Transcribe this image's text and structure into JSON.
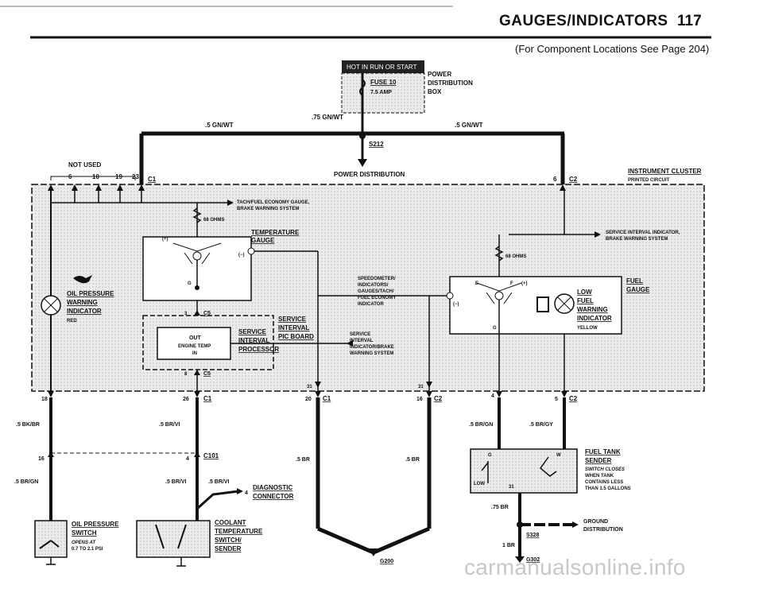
{
  "header": {
    "title": "GAUGES/INDICATORS",
    "page": "117",
    "subtitle": "(For Component Locations See Page 204)"
  },
  "top": {
    "hot_banner": "HOT IN RUN OR START",
    "fuse": "FUSE 10",
    "fuse_amp": "7.5 AMP",
    "power_box": [
      "POWER",
      "DISTRIBUTION",
      "BOX"
    ],
    "wire_75": ".75 GN/WT",
    "wire_left": ".5 GN/WT",
    "wire_right": ".5 GN/WT",
    "splice": "S212",
    "power_dist": "POWER DISTRIBUTION",
    "not_used": "NOT USED",
    "pins_top": [
      "6",
      "10",
      "19",
      "23"
    ],
    "c1": "C1",
    "pin6": "6",
    "c2": "C2"
  },
  "cluster": {
    "title": "INSTRUMENT CLUSTER",
    "subtitle": "PRINTED CIRCUIT",
    "tach_note": [
      "TACH/FUEL ECONOMY GAUGE,",
      "BRAKE WARNING SYSTEM"
    ],
    "ohms_left": "68 OHMS",
    "temp_gauge": [
      "TEMPERATURE",
      "GAUGE"
    ],
    "plus": "(+)",
    "minus": "(−)",
    "g": "G",
    "c5_top": "3",
    "c5": "C5",
    "out": "OUT",
    "engine_temp": "ENGINE TEMP",
    "in": "IN",
    "sip": [
      "SERVICE",
      "INTERVAL",
      "PROCESSOR"
    ],
    "sib": [
      "SERVICE",
      "INTERVAL",
      "PIC BOARD"
    ],
    "c5_bottom": "8",
    "oil_warn": [
      "OIL PRESSURE",
      "WARNING",
      "INDICATOR"
    ],
    "red": "RED",
    "speedo": [
      "SPEEDOMETER/",
      "INDICATORS/",
      "GAUGES/TACH/",
      "FUEL ECONOMY",
      "INDICATOR"
    ],
    "service_note": [
      "SERVICE",
      "INTERVAL",
      "INDICATOR/BRAKE",
      "WARNING SYSTEM"
    ],
    "service_right": [
      "SERVICE INTERVAL INDICATOR,",
      "BRAKE WARNING SYSTEM"
    ],
    "ohms_right": "68 OHMS",
    "fuel_gauge": [
      "FUEL",
      "GAUGE"
    ],
    "low_fuel": [
      "LOW",
      "FUEL",
      "WARNING",
      "INDICATOR"
    ],
    "yellow": "YELLOW",
    "e": "E",
    "f": "F",
    "pins_bottom": {
      "p18": "18",
      "p26": "26",
      "c1a": "C1",
      "p31a": "31",
      "p20": "20",
      "c1b": "C1",
      "p31b": "31",
      "p16": "16",
      "c2a": "C2",
      "p4": "4",
      "p5": "5",
      "c2b": "C2"
    }
  },
  "lower": {
    "w_bkbr": ".5 BK/BR",
    "w_brvi": ".5 BR/VI",
    "w_brgn_r": ".5 BR/GN",
    "w_brgy": ".5 BR/GY",
    "c101_left": "16",
    "c101_right": "4",
    "c101": "C101",
    "w_brgn_l": ".5 BR/GN",
    "w_brvi2": ".5 BR/VI",
    "w_brvi3": ".5 BR/VI",
    "diag_pin": "4",
    "diag": [
      "DIAGNOSTIC",
      "CONNECTOR"
    ],
    "w_br1": ".5 BR",
    "w_br2": ".5 BR",
    "oil_switch": [
      "OIL PRESSURE",
      "SWITCH"
    ],
    "oil_note": [
      "OPENS AT",
      "0.7 TO 2.1 PSI"
    ],
    "coolant": [
      "COOLANT",
      "TEMPERATURE",
      "SWITCH/",
      "SENDER"
    ],
    "g200": "G200",
    "fuel_tank": [
      "FUEL TANK",
      "SENDER"
    ],
    "tank_note": [
      "SWITCH CLOSES",
      "WHEN TANK",
      "CONTAINS LESS",
      "THAN 1.5 GALLONS"
    ],
    "tank_g": "G",
    "tank_w": "W",
    "tank_low": "LOW",
    "tank_31": "31",
    "w_75br": ".75 BR",
    "s328": "S328",
    "ground": [
      "GROUND",
      "DISTRIBUTION"
    ],
    "w_1br": "1 BR",
    "g302": "G302"
  },
  "watermark": "carmanualsonline.info"
}
